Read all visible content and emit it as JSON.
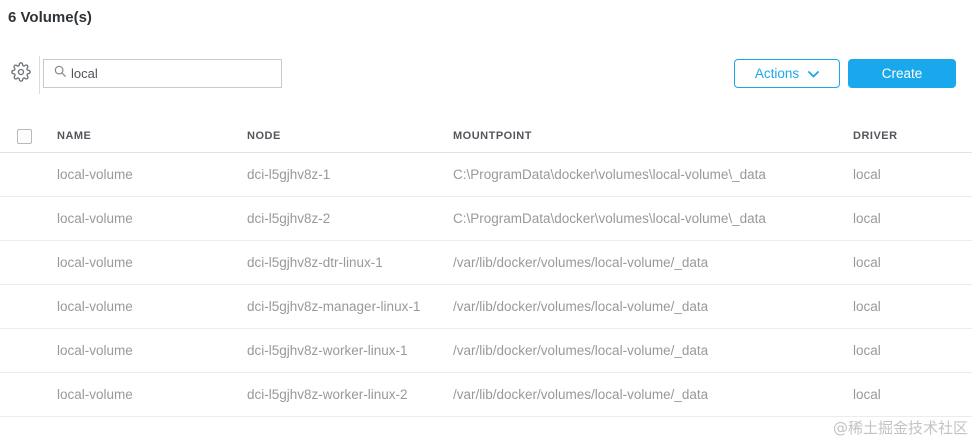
{
  "page": {
    "title": "6 Volume(s)"
  },
  "toolbar": {
    "gear_icon": "gear-icon",
    "search": {
      "icon": "search-icon",
      "value": "local"
    },
    "actions_label": "Actions",
    "actions_icon": "chevron-down-icon",
    "create_label": "Create"
  },
  "colors": {
    "accent": "#1aa8ec",
    "row_text": "#97999c",
    "header_text": "#53575c"
  },
  "table": {
    "columns": [
      "NAME",
      "NODE",
      "MOUNTPOINT",
      "DRIVER"
    ],
    "rows": [
      {
        "name": "local-volume",
        "node": "dci-l5gjhv8z-1",
        "mountpoint": "C:\\ProgramData\\docker\\volumes\\local-volume\\_data",
        "driver": "local"
      },
      {
        "name": "local-volume",
        "node": "dci-l5gjhv8z-2",
        "mountpoint": "C:\\ProgramData\\docker\\volumes\\local-volume\\_data",
        "driver": "local"
      },
      {
        "name": "local-volume",
        "node": "dci-l5gjhv8z-dtr-linux-1",
        "mountpoint": "/var/lib/docker/volumes/local-volume/_data",
        "driver": "local"
      },
      {
        "name": "local-volume",
        "node": "dci-l5gjhv8z-manager-linux-1",
        "mountpoint": "/var/lib/docker/volumes/local-volume/_data",
        "driver": "local"
      },
      {
        "name": "local-volume",
        "node": "dci-l5gjhv8z-worker-linux-1",
        "mountpoint": "/var/lib/docker/volumes/local-volume/_data",
        "driver": "local"
      },
      {
        "name": "local-volume",
        "node": "dci-l5gjhv8z-worker-linux-2",
        "mountpoint": "/var/lib/docker/volumes/local-volume/_data",
        "driver": "local"
      }
    ]
  },
  "watermark": "@稀土掘金技术社区"
}
